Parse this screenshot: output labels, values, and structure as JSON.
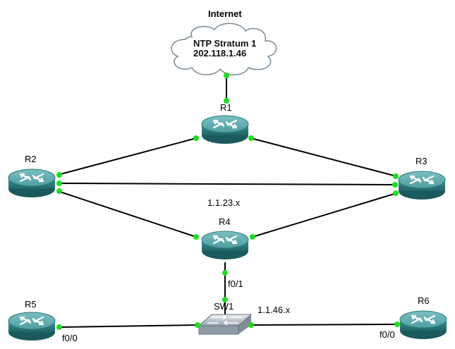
{
  "internet_label": "Internet",
  "cloud": {
    "line1": "NTP Stratum 1",
    "line2": "202.118.1.46"
  },
  "nodes": {
    "r1": {
      "label": "R1",
      "type": "router"
    },
    "r2": {
      "label": "R2",
      "type": "router"
    },
    "r3": {
      "label": "R3",
      "type": "router"
    },
    "r4": {
      "label": "R4",
      "type": "router"
    },
    "r5": {
      "label": "R5",
      "type": "router"
    },
    "r6": {
      "label": "R6",
      "type": "router"
    },
    "sw1": {
      "label": "SW1",
      "type": "switch"
    }
  },
  "networks": {
    "core": "1.1.23.x",
    "lan": "1.1.46.x"
  },
  "interfaces": {
    "r4_sw": "f0/1",
    "r5_sw": "f0/0",
    "r6_sw": "f0/0"
  },
  "colors": {
    "router_top": "#5aa8a8",
    "router_body": "#2f7f82",
    "port": "#19e019",
    "link": "#000000",
    "switch": "#c8d0d8"
  }
}
